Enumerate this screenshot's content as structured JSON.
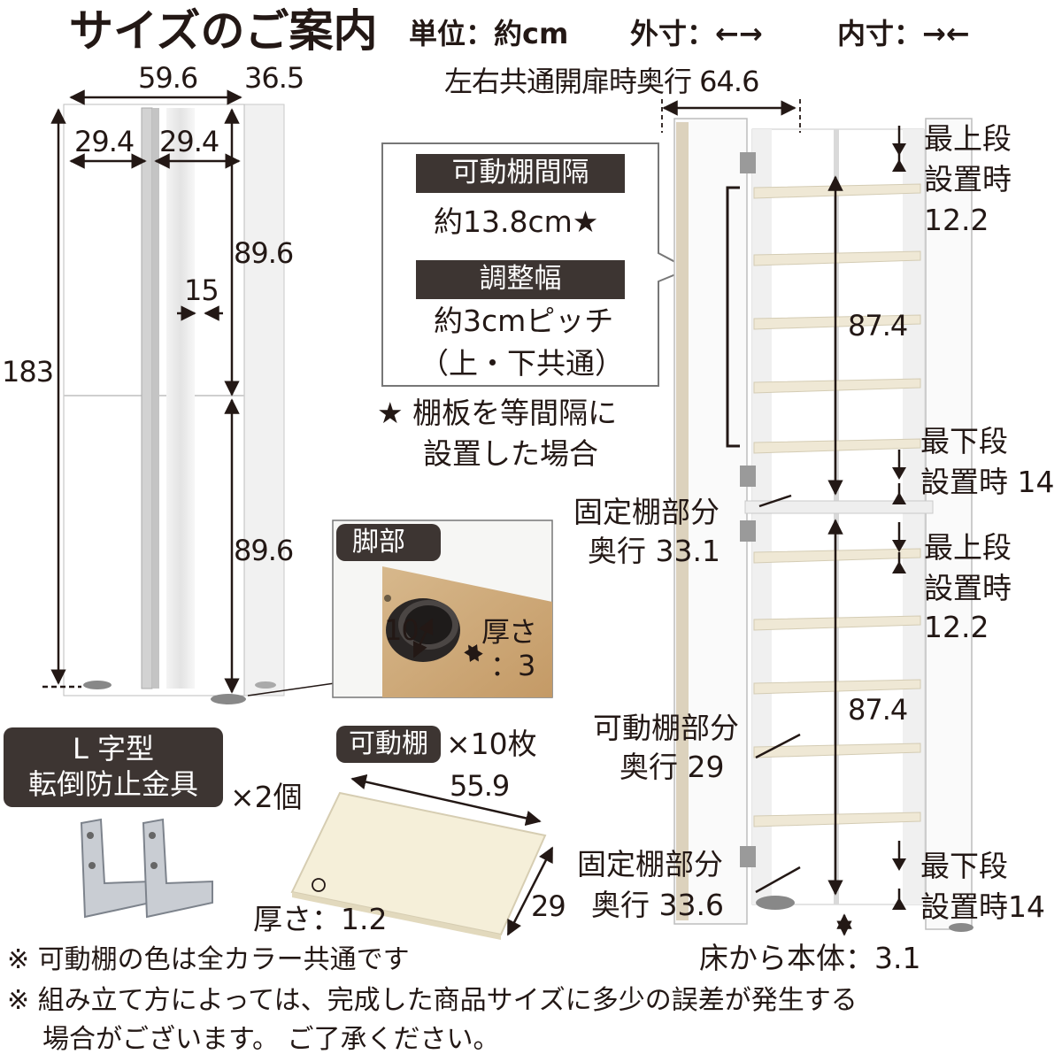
{
  "header": {
    "title": "サイズのご案内",
    "unit": "単位：約cm",
    "outer_legend": "外寸：←→",
    "inner_legend": "内寸：→←"
  },
  "left_cabinet": {
    "width": "59.6",
    "depth": "36.5",
    "door_left": "29.4",
    "door_right": "29.4",
    "height": "183",
    "upper_height": "89.6",
    "lower_height": "89.6",
    "handle_gap": "15"
  },
  "leg_inset": {
    "title": "脚部",
    "diameter": "10",
    "thickness_label": "厚さ",
    "thickness_value": "：3"
  },
  "info_box": {
    "interval_title": "可動棚間隔",
    "interval_value": "約13.8cm★",
    "adjust_title": "調整幅",
    "adjust_value": "約3cmピッチ",
    "adjust_note": "（上・下共通）",
    "star_note_1": "★ 棚板を等間隔に",
    "star_note_2": "設置した場合"
  },
  "right_cabinet": {
    "door_open_depth": "左右共通開扉時奥行 64.6",
    "top_shelf_1": [
      "最上段",
      "設置時",
      "12.2"
    ],
    "upper_inner": "87.4",
    "bottom_shelf_1": [
      "最下段",
      "設置時 14"
    ],
    "fixed_shelf_1": [
      "固定棚部分",
      "奥行 33.1"
    ],
    "top_shelf_2": [
      "最上段",
      "設置時",
      "12.2"
    ],
    "lower_inner": "87.4",
    "movable_shelf": [
      "可動棚部分",
      "奥行 29"
    ],
    "fixed_shelf_2": [
      "固定棚部分",
      "奥行 33.6"
    ],
    "bottom_shelf_2": [
      "最下段",
      "設置時14"
    ],
    "floor_clearance": "床から本体：3.1"
  },
  "accessory": {
    "title_line1": "L 字型",
    "title_line2": "転倒防止金具",
    "count": "×2個"
  },
  "shelf_board": {
    "title": "可動棚",
    "count": "×10枚",
    "width": "55.9",
    "depth": "29",
    "thickness": "厚さ：1.2"
  },
  "footnotes": {
    "note1": "※ 可動棚の色は全カラー共通です",
    "note2": "※ 組み立て方によっては、完成した商品サイズに多少の誤差が発生する",
    "note3": "場合がございます。 ご了承ください。"
  },
  "colors": {
    "text": "#231815",
    "dark_label_bg": "#3d3532",
    "shelf": "#efe8d5",
    "board": "#f5efd9",
    "cabinet": "#ffffff",
    "cork": "#c9a577"
  }
}
